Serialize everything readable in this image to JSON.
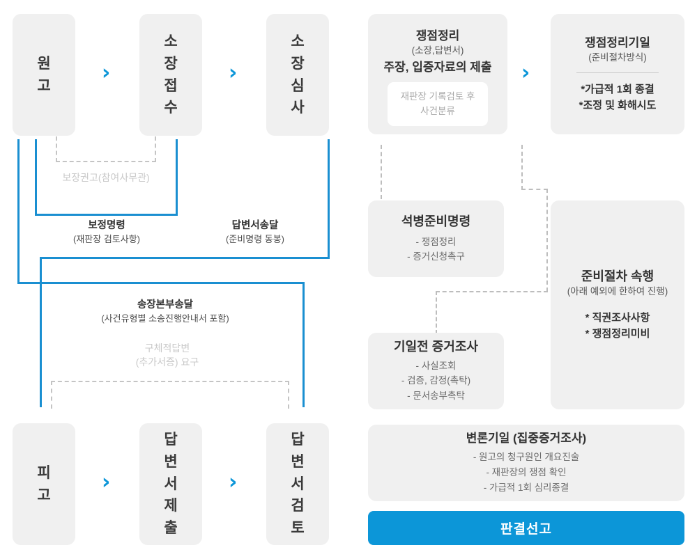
{
  "flow": {
    "plaintiff_track": {
      "boxes": [
        {
          "label": "원\n고",
          "name": "plaintiff"
        },
        {
          "label": "소\n장\n접\n수",
          "name": "complaint-filing"
        },
        {
          "label": "소\n장\n심\n사",
          "name": "complaint-review"
        }
      ],
      "arrows": [
        "›",
        "›"
      ]
    },
    "defendant_track": {
      "boxes": [
        {
          "label": "피\n고",
          "name": "defendant"
        },
        {
          "label": "답\n변\n서\n제\n출",
          "name": "answer-submission"
        },
        {
          "label": "답\n변\n서\n검\n토",
          "name": "answer-review"
        }
      ],
      "arrows": [
        "›",
        "›"
      ]
    },
    "connector_labels": [
      {
        "name": "bojang-gwongo",
        "line1": "보장권고(참여사무관)",
        "line2": "",
        "muted": true
      },
      {
        "name": "bojeong-myeongryeong",
        "line1": "보정명령",
        "line2": "(재판장 검토사항)",
        "muted": false
      },
      {
        "name": "dapbyeonseo-songdal",
        "line1": "답변서송달",
        "line2": "(준비명령 동봉)",
        "muted": false
      },
      {
        "name": "songjang-bonbu-songdal",
        "line1": "송장본부송달",
        "line2": "(사건유형별 소송진행안내서 포함)",
        "muted": false
      },
      {
        "name": "guchejeok-dapbyeon",
        "line1": "구체적답변",
        "line2": "(추가서증) 요구",
        "muted": true
      }
    ]
  },
  "right_column": {
    "issue_organization": {
      "name": "issue-organization",
      "title": "쟁점정리",
      "subtitle": "(소장,답변서)",
      "heading2": "주장, 입증자료의 제출",
      "inner_line1": "재판장 기록검토 후",
      "inner_line2": "사건분류"
    },
    "issue_hearing": {
      "name": "issue-organization-hearing",
      "title": "쟁점정리기일",
      "subtitle": "(준비절차방식)",
      "bullets": [
        "*가급적 1회 종결",
        "*조정 및 화해시도"
      ]
    },
    "prep_order": {
      "name": "clarification-prep-order",
      "title": "석병준비명령",
      "items": [
        "- 쟁점정리",
        "- 증거신청촉구"
      ]
    },
    "prehearing_evidence": {
      "name": "prehearing-evidence-investigation",
      "title": "기일전 증거조사",
      "items": [
        "- 사실조회",
        "- 검증, 감정(촉탁)",
        "- 문서송부촉탁"
      ]
    },
    "prep_continuation": {
      "name": "preparatory-procedure-continuation",
      "title": "준비절차 속행",
      "subtitle": "(아래 예외에 한하여 진행)",
      "bullets": [
        "* 직권조사사항",
        "* 쟁점정리미비"
      ]
    },
    "argument_hearing": {
      "name": "argument-hearing",
      "title": "변론기일 (집중증거조사)",
      "items": [
        "- 원고의 청구원인 개요진술",
        "- 재판장의 쟁점 확인",
        "- 가급적 1회 심리종결"
      ]
    },
    "verdict": {
      "name": "verdict-announcement",
      "label": "판결선고"
    }
  },
  "colors": {
    "accent_blue": "#0c96d8",
    "line_blue": "#1a8fd1",
    "card_gray": "#f0f0f0",
    "muted_text": "#c9c9c9",
    "dash_gray": "#c4c4c4"
  }
}
